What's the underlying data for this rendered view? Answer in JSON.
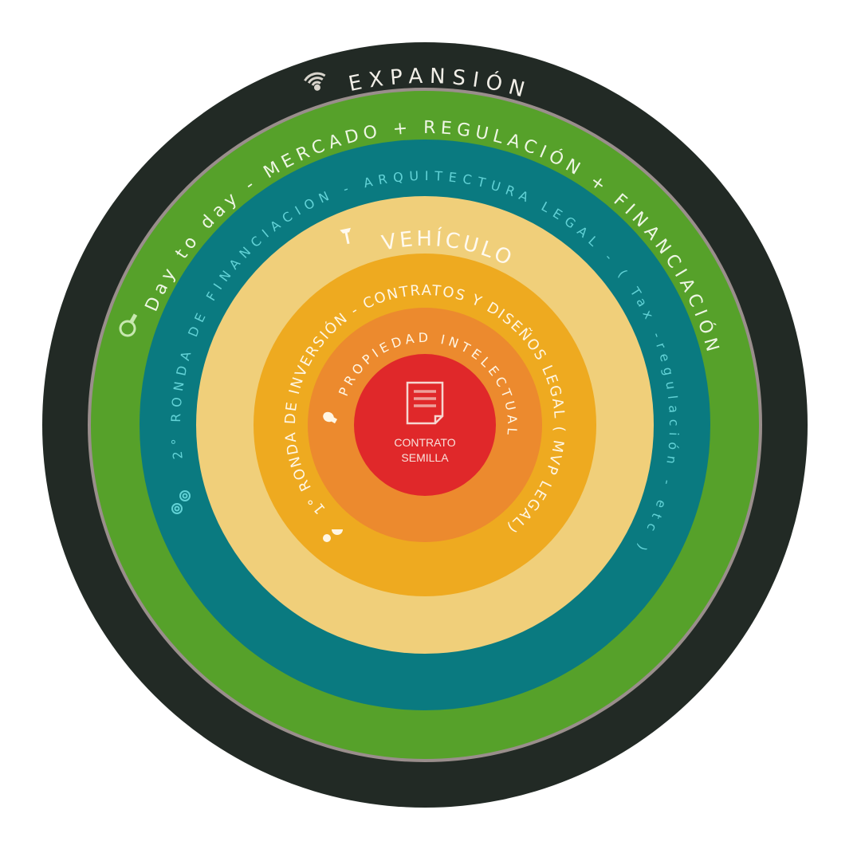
{
  "colors": {
    "outer_ring": "#222a25",
    "divider": "#9a8e8c",
    "green": "#56a12a",
    "teal": "#0a7a80",
    "cream": "#f0cf7a",
    "gold": "#eeaa20",
    "orange": "#ec8a2e",
    "red": "#e0282a",
    "teal_text": "#62d2d6",
    "light_text": "#fff6e4"
  },
  "rings": {
    "expansion": {
      "label": "EXPANSIÓN",
      "icon": "wifi-icon"
    },
    "day_to_day": {
      "label": "Day to day - MERCADO + REGULACIÓN + FINANCIACIÓN",
      "icon": "magnifier-icon"
    },
    "second_round": {
      "label": "2° RONDA DE FINANCIACION - ARQUITECTURA LEGAL - ( Tax -regulación - etc )",
      "icon": "gears-icon"
    },
    "vehicle": {
      "label": "VEHÍCULO",
      "icon": "flag-icon"
    },
    "first_round": {
      "label": "1° RONDA DE INVERSIÓN - CONTRATOS Y DISEÑOS LEGAL ( MVP LEGAL)",
      "icon": "shapes-icon"
    },
    "ip": {
      "label": "PROPIEDAD INTELECTUAL",
      "icon": "bulb-icon"
    }
  },
  "center": {
    "line1": "CONTRATO",
    "line2": "SEMILLA",
    "icon": "document-icon"
  }
}
